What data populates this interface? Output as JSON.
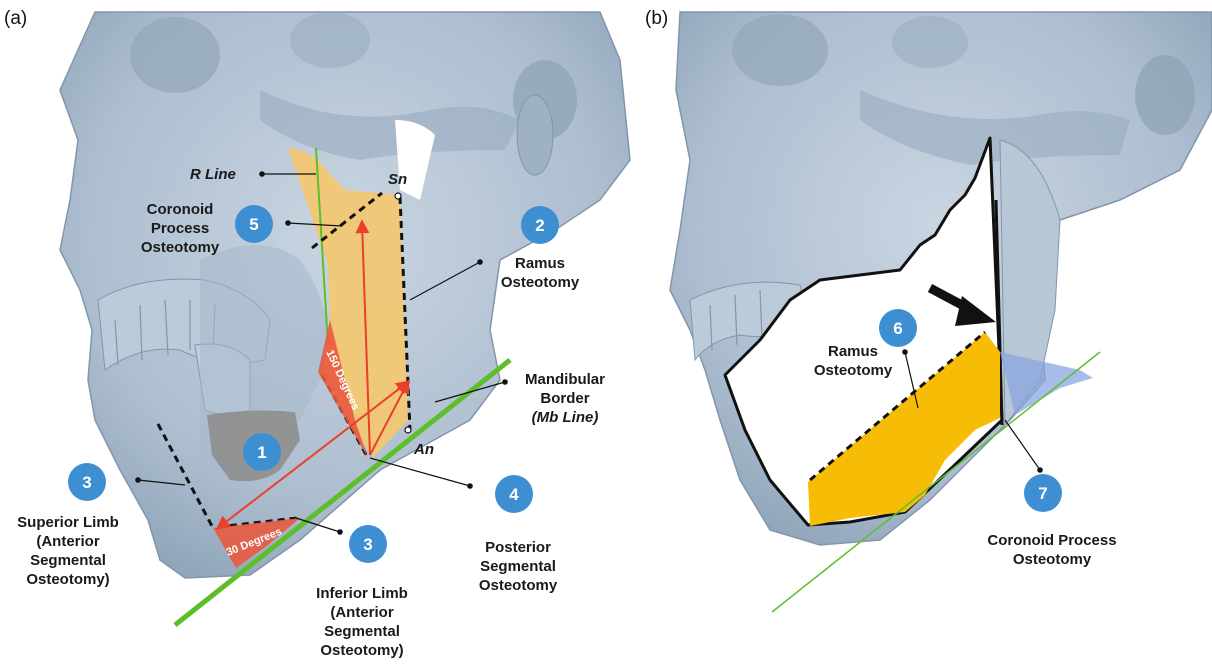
{
  "panel_a": {
    "tag": "(a)",
    "labels": {
      "r_line": "R Line",
      "sn": "Sn",
      "an": "An",
      "coronoid": [
        "Coronoid",
        "Process",
        "Osteotomy"
      ],
      "ramus": [
        "Ramus",
        "Osteotomy"
      ],
      "mandibular": [
        "Mandibular",
        "Border",
        "(Mb Line)"
      ],
      "superior": [
        "Superior Limb",
        "(Anterior",
        "Segmental",
        "Osteotomy)"
      ],
      "inferior": [
        "Inferior Limb",
        "(Anterior",
        "Segmental",
        "Osteotomy)"
      ],
      "posterior": [
        "Posterior",
        "Segmental",
        "Osteotomy"
      ],
      "angle_150": "150 Degrees",
      "angle_30": "30 Degrees"
    },
    "badges": [
      "1",
      "2",
      "3",
      "3",
      "4",
      "5"
    ]
  },
  "panel_b": {
    "tag": "(b)",
    "labels": {
      "ramus": [
        "Ramus",
        "Osteotomy"
      ],
      "coronoid": [
        "Coronoid Process",
        "Osteotomy"
      ]
    },
    "badges": [
      "6",
      "7"
    ]
  },
  "colors": {
    "bone": "#b3c3d3",
    "bone_dark": "#7e93a8",
    "badge": "#3d8fd1",
    "ramus_fill_a": "#f1c873",
    "ramus_fill_b": "#f7bd06",
    "green_line": "#5cbf2a",
    "red_arrow": "#e8402a",
    "angle_fill": "#e85a40",
    "overlay_blue": "#8aa6e0",
    "implant_gray": "#8e8e8e"
  }
}
